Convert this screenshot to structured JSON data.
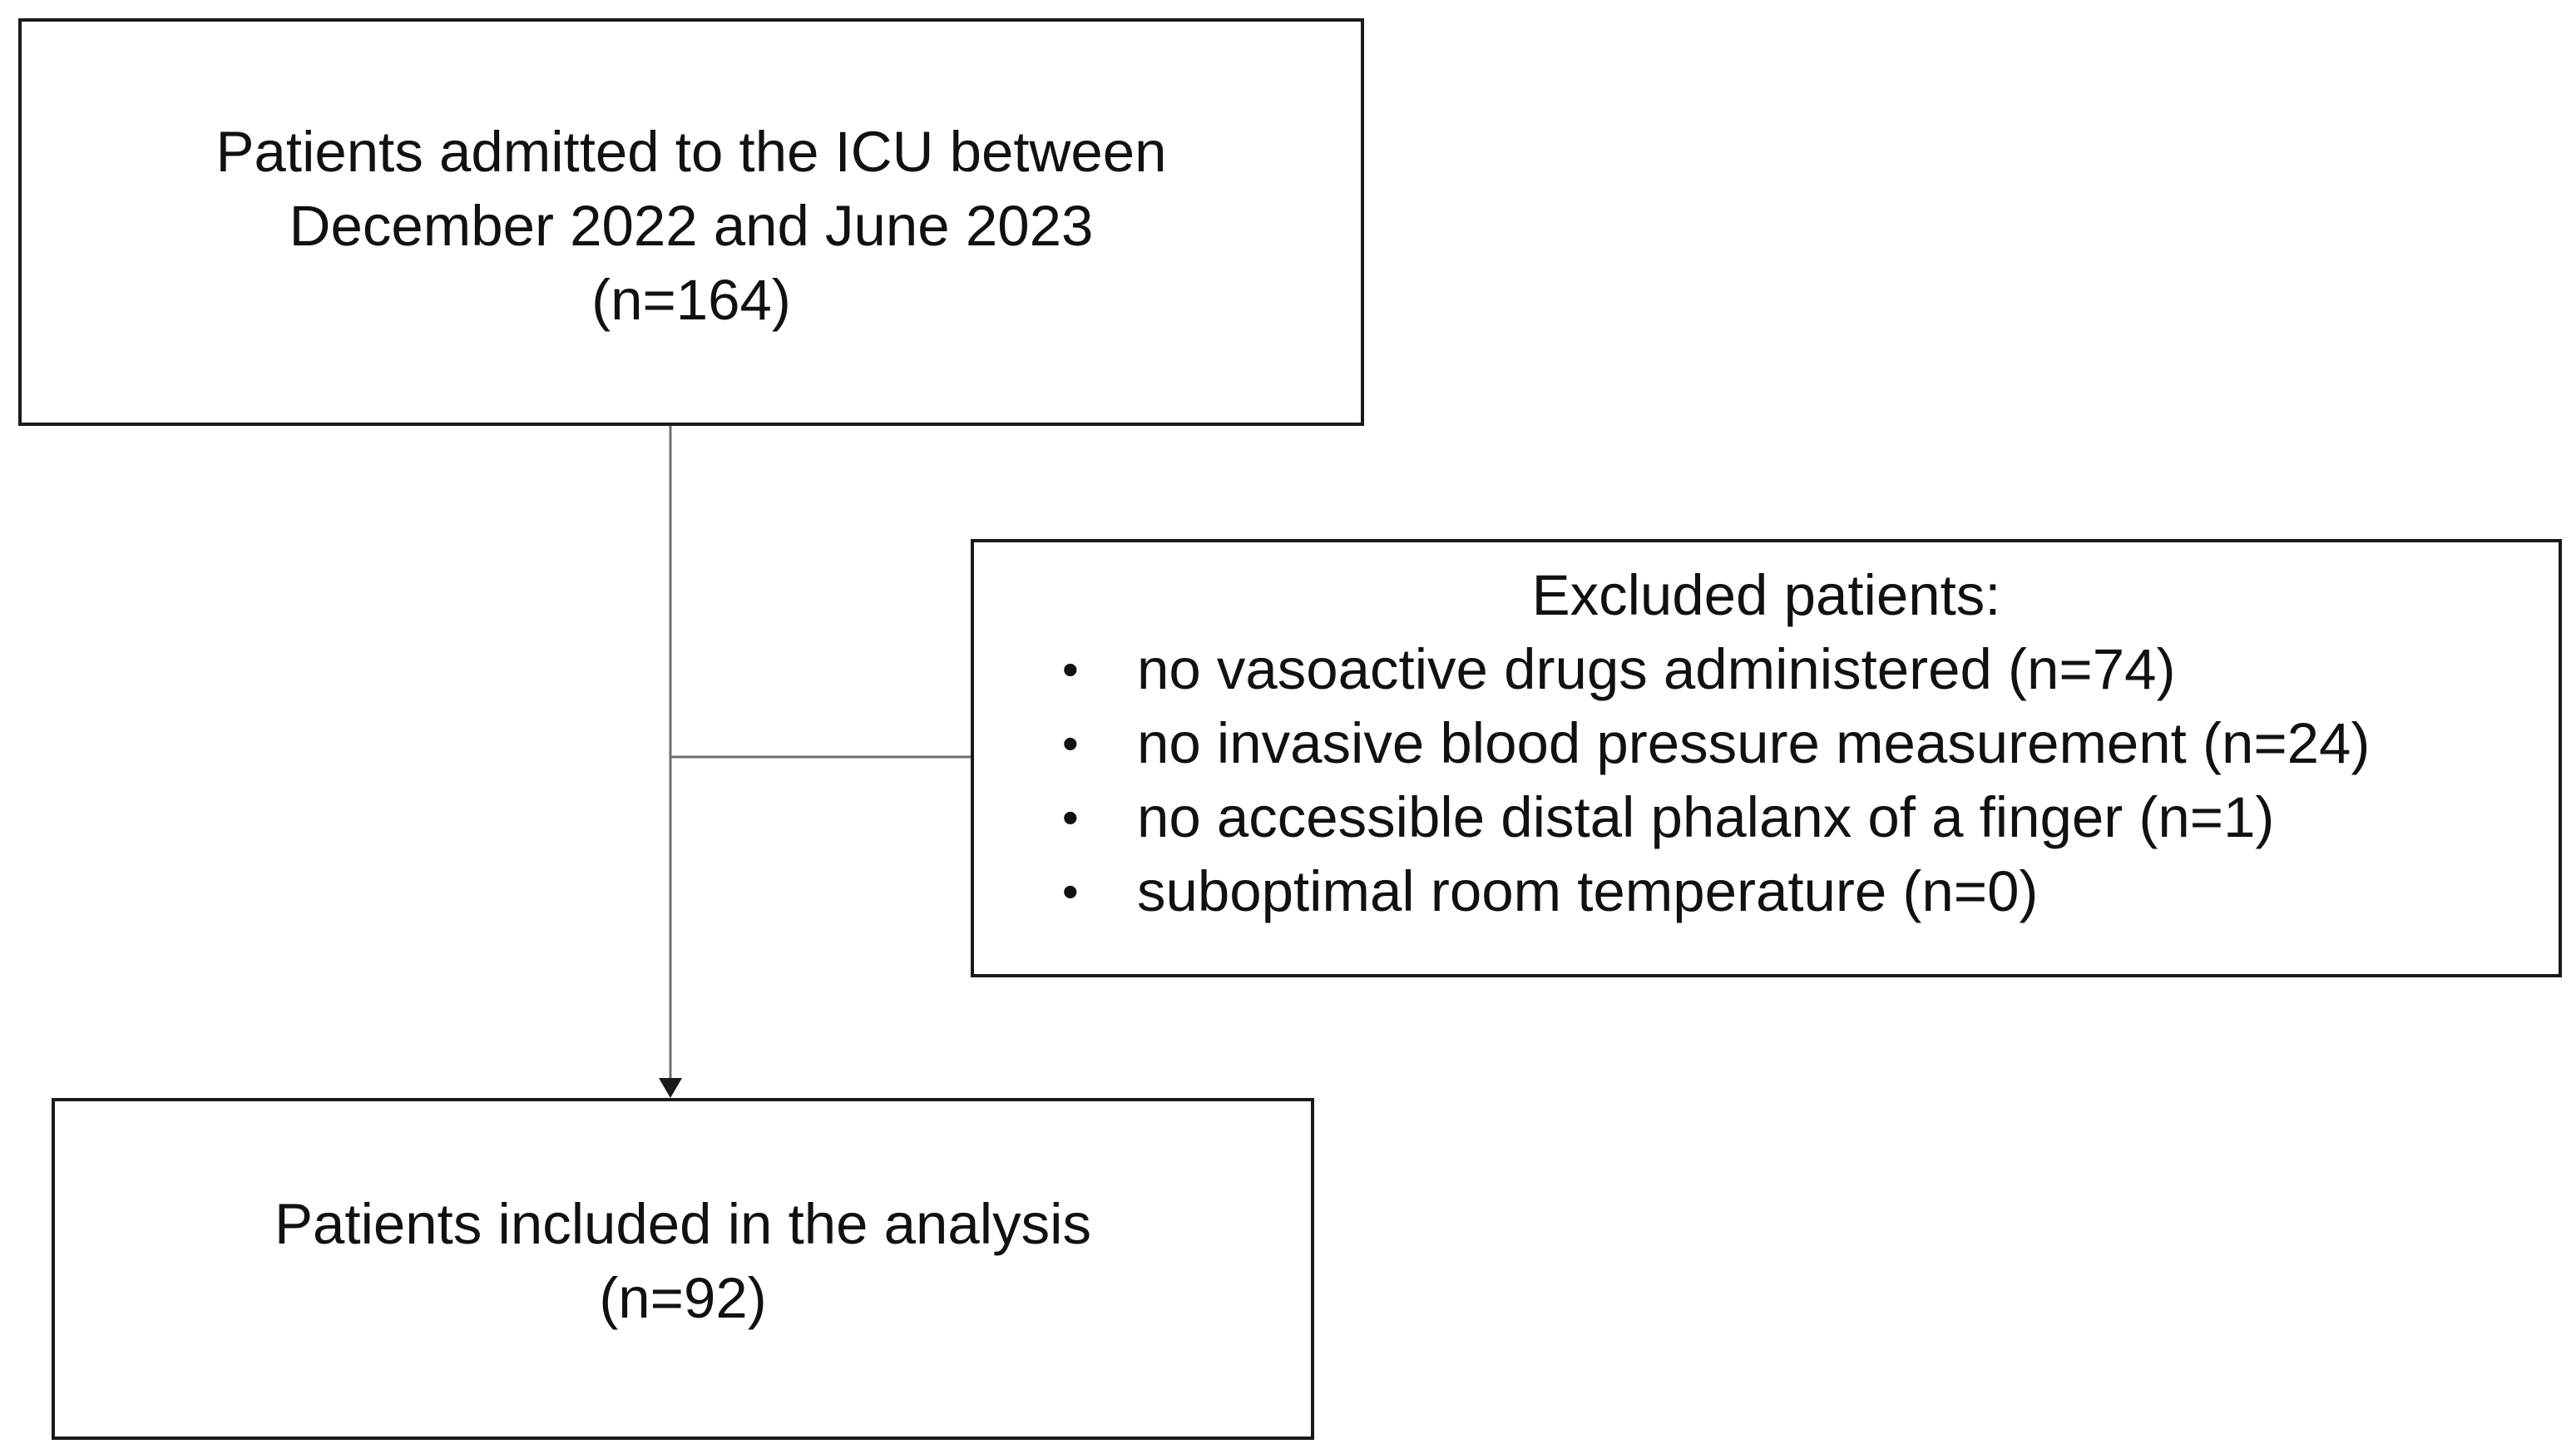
{
  "top_box": {
    "lines": [
      "Patients admitted to the ICU between",
      "December 2022 and June 2023",
      "(n=164)"
    ]
  },
  "excluded_box": {
    "title": "Excluded patients:",
    "bullet": "•",
    "items": [
      "no vasoactive drugs administered (n=74)",
      "no invasive blood pressure measurement (n=24)",
      "no accessible distal phalanx of a finger (n=1)",
      "suboptimal room temperature (n=0)"
    ]
  },
  "bottom_box": {
    "lines": [
      "Patients included in the analysis",
      "(n=92)"
    ]
  },
  "colors": {
    "box_border": "#1a1a1a",
    "connector": "#6e6e6e",
    "text": "#111111"
  }
}
